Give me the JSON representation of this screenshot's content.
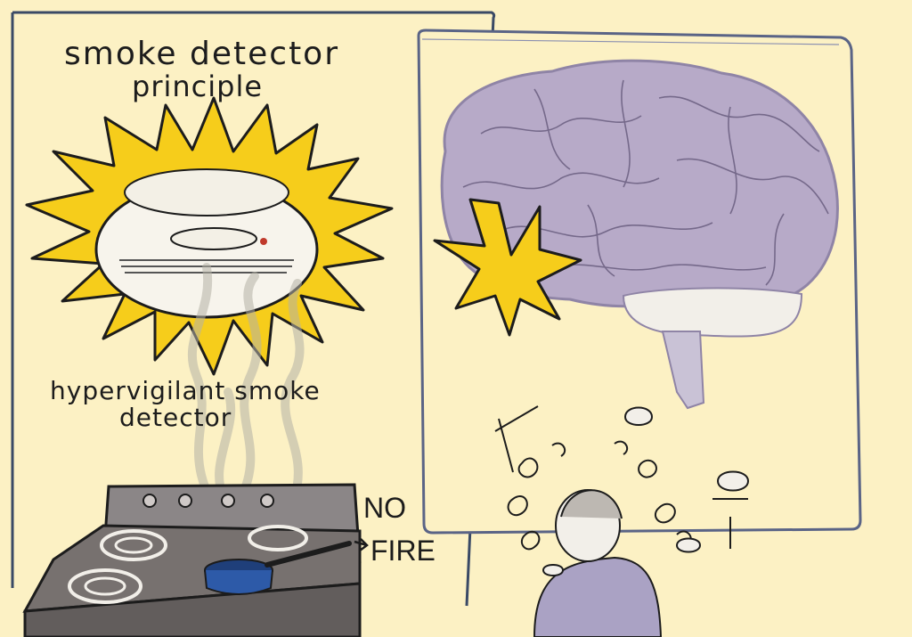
{
  "illustration": {
    "title_line1": "smoke detector",
    "title_line2": "principle",
    "caption_line1": "hypervigilant smoke",
    "caption_line2": "detector",
    "stove_label_line1": "NO",
    "stove_label_line2": "FIRE"
  },
  "colors": {
    "background": "#fcf1c4",
    "burst_yellow": "#f6cd1b",
    "brain_purple": "#b7aac8",
    "panel_border": "#3a4a66",
    "stove_gray": "#6f6a6b",
    "pot_blue": "#2d5aa8",
    "shirt_lavender": "#aaa2c4"
  },
  "icons": [
    "smoke-detector-icon",
    "brain-icon",
    "alarm-burst-icon",
    "stove-icon",
    "pot-icon",
    "smoke-icon",
    "distressed-person-icon"
  ]
}
